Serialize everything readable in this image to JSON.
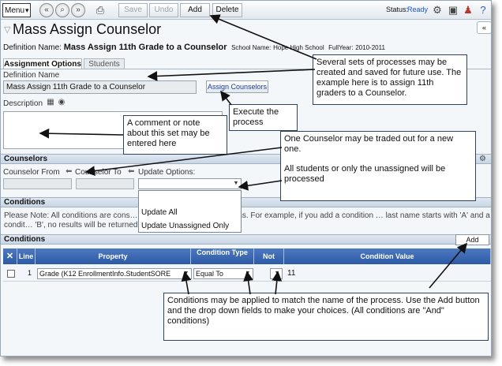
{
  "toolbar": {
    "menu_label": "Menu",
    "menu_caret": "▾",
    "first_glyph": "«",
    "search_glyph": "⌕",
    "next_glyph": "»",
    "save_label": "Save",
    "undo_label": "Undo",
    "add_label": "Add",
    "delete_label": "Delete",
    "status_label": "Status:",
    "status_value": "Ready",
    "icons": [
      "print-icon",
      "gear-icon",
      "users-icon",
      "person-icon",
      "help-icon"
    ]
  },
  "header": {
    "title": "Mass Assign Counselor",
    "collapse_glyph": "«",
    "definition_label": "Definition Name:",
    "definition_value": "Mass Assign 11th Grade to a Counselor",
    "school_label": "School Name:",
    "school_value": "Hope High School",
    "year_label": "FullYear:",
    "year_value": "2010-2011"
  },
  "tabs": [
    {
      "label": "Assignment Options",
      "active": true
    },
    {
      "label": "Students",
      "active": false
    }
  ],
  "form": {
    "definition_name_label": "Definition Name",
    "definition_name_value": "Mass Assign 11th Grade to a Counselor",
    "assign_button": "Assign Counselors",
    "description_label": "Description",
    "description_value": ""
  },
  "counselors": {
    "section_title": "Counselors",
    "from_label": "Counselor From",
    "to_label": "Counselor To",
    "options_label": "Update Options:",
    "dropdown_options": [
      "",
      "Update All",
      "Update Unassigned Only"
    ]
  },
  "conditions": {
    "section_title": "Conditions",
    "note": "Please Note: All conditions are cons… for the purpose of this process. For example, if you add a condition … last name starts with 'A' and a condit… 'B', no results will be returned.",
    "grid_title": "Conditions",
    "add_label": "Add",
    "columns": [
      "Line",
      "Property",
      "Condition Type",
      "Not",
      "Condition Value"
    ],
    "rows": [
      {
        "line": "1",
        "property": "Grade (K12 EnrollmentInfo.StudentSORE",
        "condition_type": "Equal To",
        "not": "",
        "value": "11"
      }
    ]
  },
  "callouts": {
    "c1": "Several sets of processes may be created and saved for future use.  The example here is to assign 11th graders to a Counselor.",
    "c2": "Execute the process",
    "c3": "A comment or note about this set may be entered here",
    "c4a": "One Counselor may be traded out for a new one.",
    "c4b": "All students or only the unassigned will be processed",
    "c5": "Conditions may be applied to match the name of the process.  Use the Add button and the drop down fields to make your choices.  (All conditions are \"And\" conditions)"
  }
}
